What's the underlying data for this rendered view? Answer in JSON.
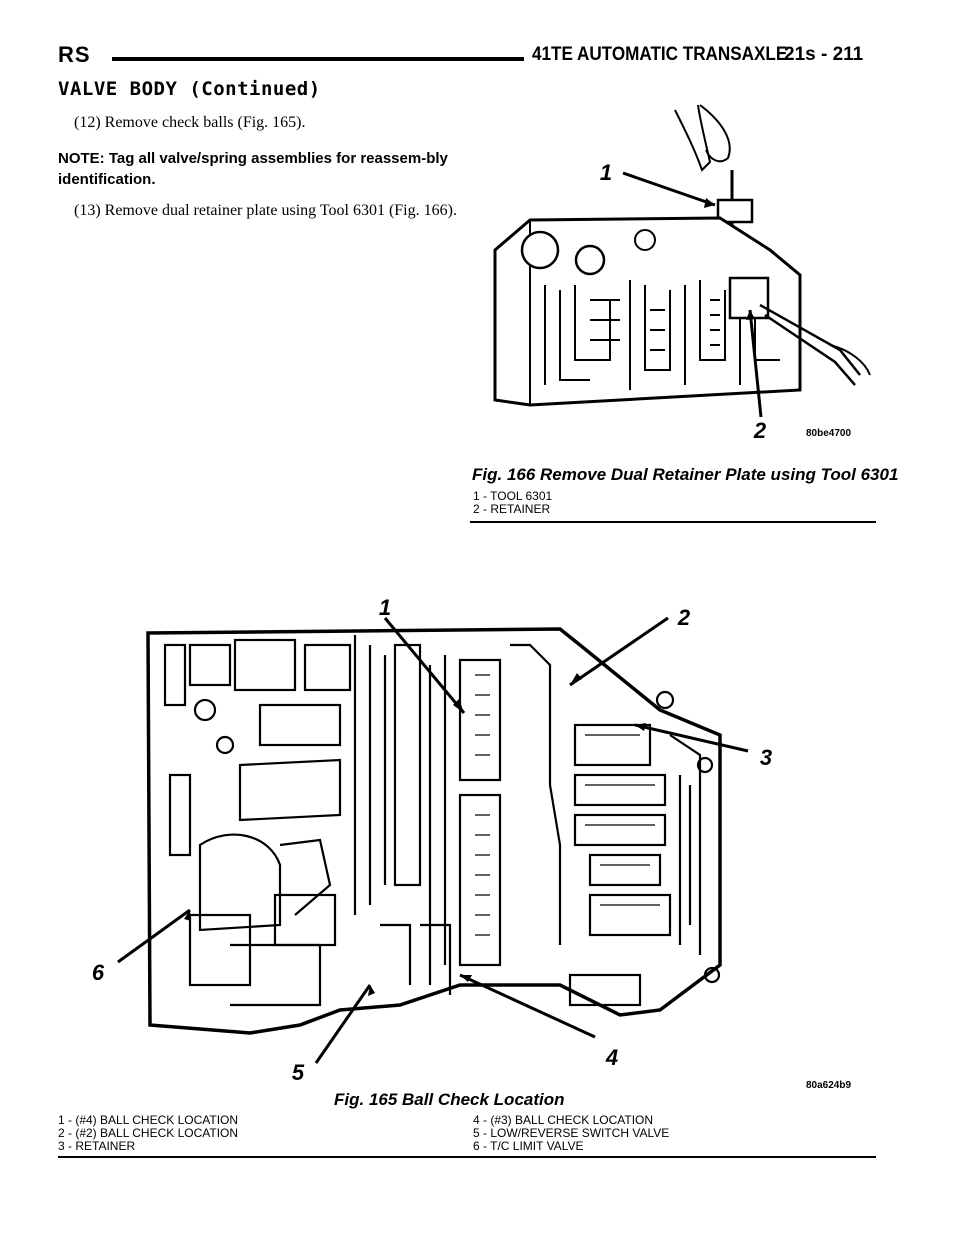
{
  "header": {
    "left": "RS",
    "title": "41TE AUTOMATIC TRANSAXLE",
    "page": "21s - 211"
  },
  "section_title": "VALVE BODY (Continued)",
  "body": {
    "step12": "(12) Remove check balls (Fig. 165).",
    "note": "NOTE: Tag all valve/spring assemblies for reassem-bly identification.",
    "step13": "(13) Remove dual retainer plate using Tool 6301 (Fig. 166)."
  },
  "fig166": {
    "title": "Fig. 166 Remove Dual Retainer Plate using Tool 6301",
    "code": "80be4700",
    "callouts": [
      "1",
      "2"
    ],
    "legend": [
      "1 - TOOL 6301",
      "2 - RETAINER"
    ]
  },
  "fig165": {
    "title": "Fig. 165 Ball Check Location",
    "code": "80a624b9",
    "callouts": [
      "1",
      "2",
      "3",
      "4",
      "5",
      "6"
    ],
    "legend_left": [
      "1 - (#4) BALL CHECK LOCATION",
      "2 - (#2) BALL CHECK LOCATION",
      "3 - RETAINER"
    ],
    "legend_right": [
      "4 - (#3) BALL CHECK LOCATION",
      "5 - LOW/REVERSE SWITCH VALVE",
      "6 - T/C LIMIT VALVE"
    ]
  }
}
